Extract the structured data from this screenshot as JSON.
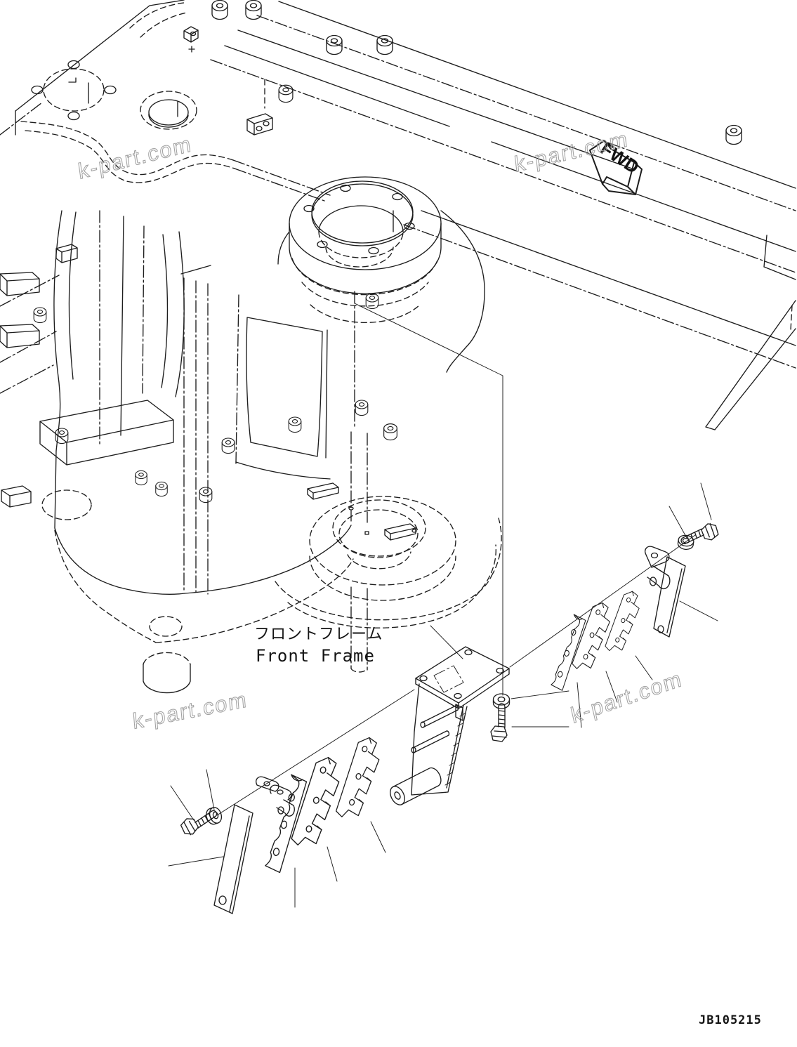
{
  "document": {
    "type": "exploded-parts-diagram",
    "background_color": "#ffffff",
    "line_color": "#1d1d1d",
    "watermark_color": "#a2a2a2"
  },
  "labels": {
    "component_jp": "フロントフレーム",
    "component_en": "Front Frame",
    "direction_arrow": "FWD",
    "drawing_number": "JB105215"
  },
  "watermark": {
    "text": "k-part.com"
  }
}
